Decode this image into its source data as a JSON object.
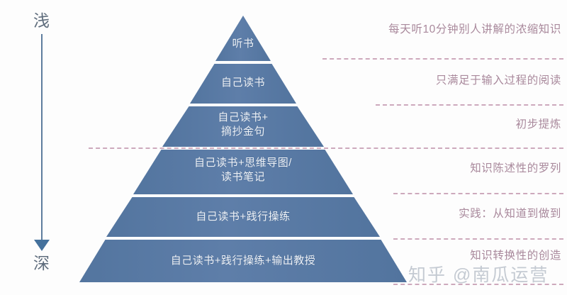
{
  "axis": {
    "top_label": "浅",
    "bottom_label": "深",
    "arrow_direction": "down",
    "line_color": "#5e7d9e",
    "arrowhead_color": "#44719c"
  },
  "pyramid": {
    "band_fill": "#5b7ba6",
    "band_fill_dark": "#50729f",
    "separator_color": "#f4f6f8",
    "text_color": "#eef2f7",
    "levels": [
      {
        "id": "level-1",
        "label": "听书"
      },
      {
        "id": "level-2",
        "label": "自己读书"
      },
      {
        "id": "level-3",
        "label": "自己读书+\n摘抄金句"
      },
      {
        "id": "level-4",
        "label": "自己读书+思维导图/\n读书笔记"
      },
      {
        "id": "level-5",
        "label": "自己读书+践行操练"
      },
      {
        "id": "level-6",
        "label": "自己读书+践行操练+输出教授"
      }
    ]
  },
  "annotations": {
    "text_color": "#a9899c",
    "dash_color": "#cda9bc",
    "items": [
      {
        "id": "note-1",
        "text": "每天听10分钟别人讲解的浓缩知识"
      },
      {
        "id": "note-2",
        "text": "只满足于输入过程的阅读"
      },
      {
        "id": "note-3",
        "text": "初步提炼"
      },
      {
        "id": "note-4",
        "text": "知识陈述性的罗列"
      },
      {
        "id": "note-5",
        "text": "实践：从知道到做到"
      },
      {
        "id": "note-6",
        "text": "知识转换性的创造"
      }
    ]
  },
  "watermark": {
    "text": "知乎 @南瓜运营"
  }
}
